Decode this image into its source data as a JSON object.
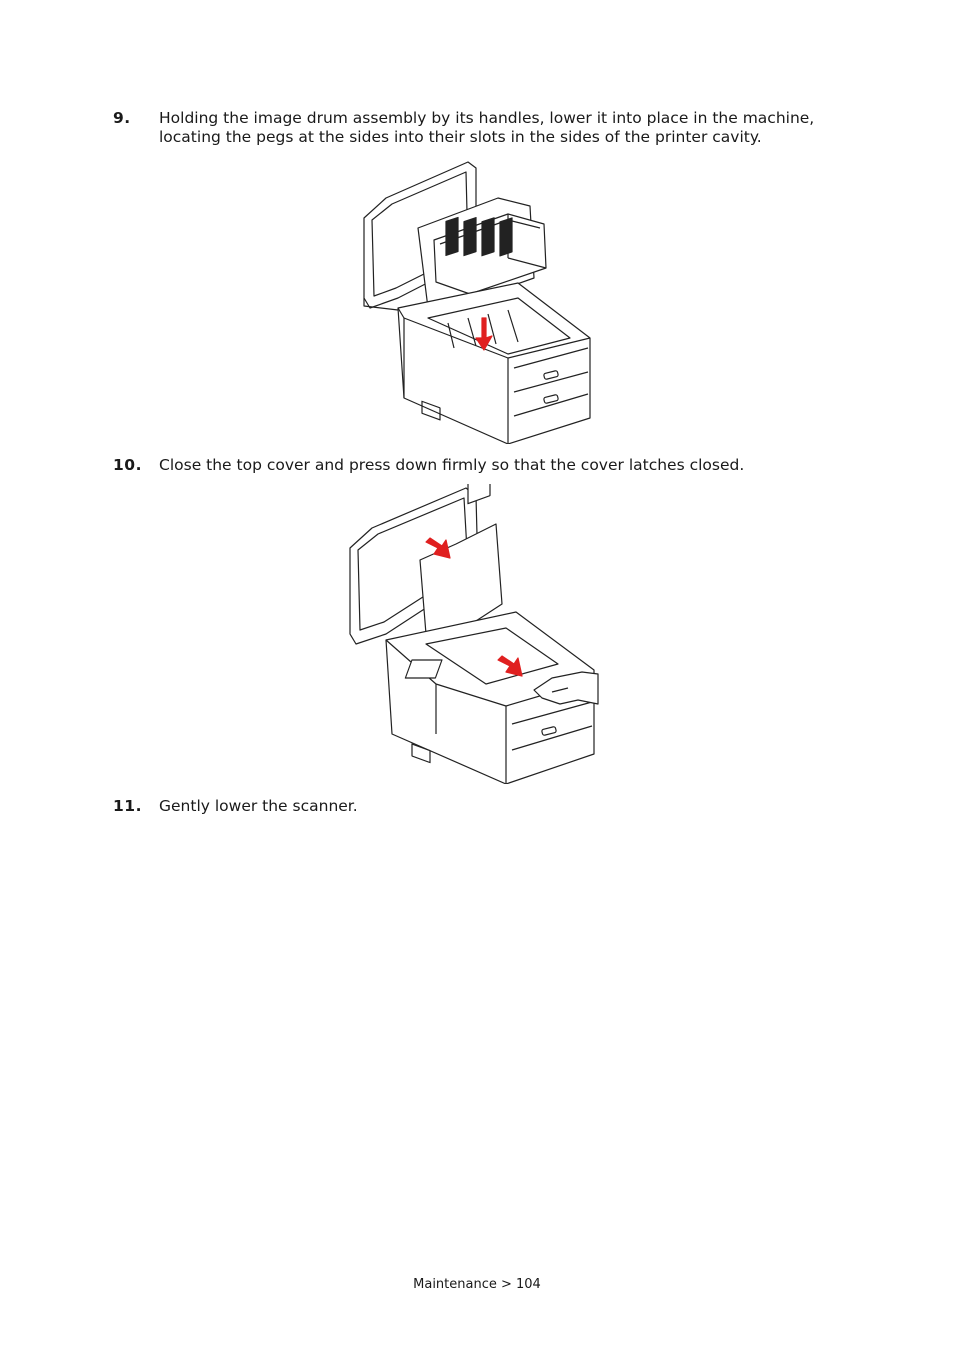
{
  "steps": [
    {
      "number": "9.",
      "text": "Holding the image drum assembly by its handles, lower it into place in the machine, locating the pegs at the sides into their slots in the sides of the printer cavity."
    },
    {
      "number": "10.",
      "text": "Close the top cover and press down firmly so that the cover latches closed."
    },
    {
      "number": "11.",
      "text": "Gently lower the scanner."
    }
  ],
  "footer": {
    "text": "Maintenance > 104"
  },
  "colors": {
    "arrow": "#e02020",
    "line": "#222222"
  }
}
